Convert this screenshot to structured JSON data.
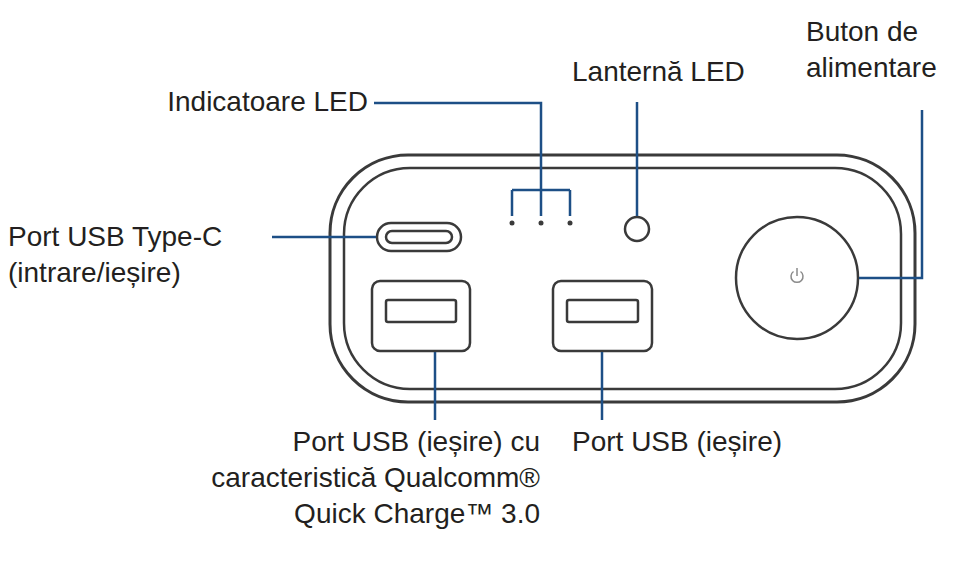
{
  "diagram": {
    "labels": [
      "Buton de alimentare",
      "Lanternă LED",
      "Indicatoare LED",
      "Port USB Type-C (intrare/ieșire)",
      "Port USB (ieșire) cu caracteristică Qualcomm® Quick Charge™ 3.0",
      "Port USB (ieșire)"
    ]
  }
}
